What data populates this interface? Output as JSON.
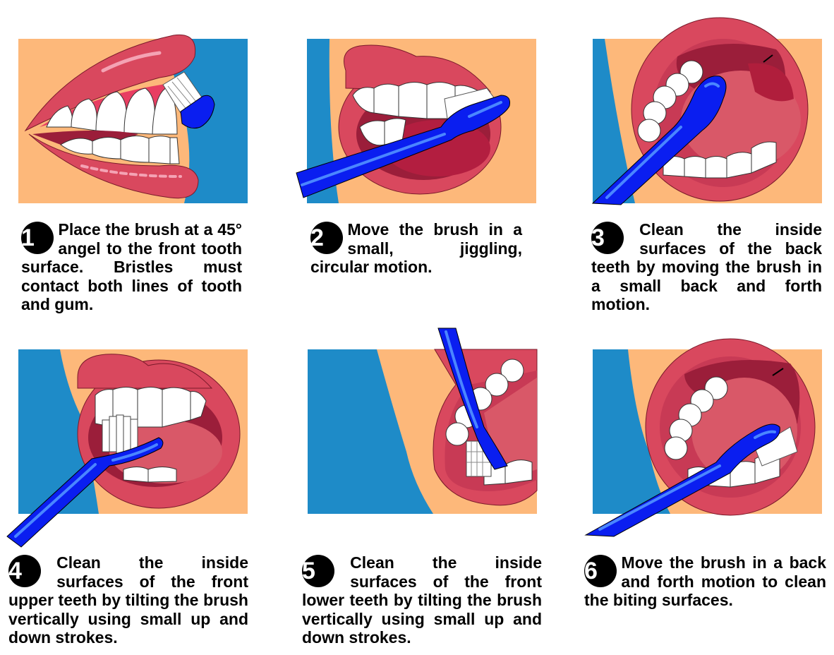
{
  "colors": {
    "background": "#ffffff",
    "skin": "#FDB87A",
    "backdrop_blue": "#1E8BC8",
    "lip": "#D9485E",
    "lip_highlight": "#F4A3B4",
    "gum": "#E83E62",
    "mouth_dark": "#9B1E3A",
    "tongue": "#D95868",
    "tooth": "#FFFFFF",
    "brush_blue": "#0A1EF0",
    "brush_highlight": "#4A86FF",
    "number_badge": "#000000",
    "text": "#000000"
  },
  "steps": [
    {
      "number": "1",
      "icon": "mouth-side-view-brush-at-45-degrees",
      "text": "Place the brush at a 45° angel to the front tooth surface. Bristles must contact both lines of tooth and gum."
    },
    {
      "number": "2",
      "icon": "mouth-brushing-outer-surfaces",
      "text": "Move the brush in a small, jiggling, circular motion."
    },
    {
      "number": "3",
      "icon": "mouth-open-brushing-inner-back-teeth",
      "text": "Clean the inside surfaces of the back teeth by moving the brush in a small back and forth motion."
    },
    {
      "number": "4",
      "icon": "mouth-brushing-inside-front-upper-teeth",
      "text": "Clean the inside surfaces of the front upper teeth by tilting the brush vertically using small up and down strokes."
    },
    {
      "number": "5",
      "icon": "mouth-brushing-inside-front-lower-teeth",
      "text": "Clean the inside surfaces of the front lower teeth by tilting the brush vertically using small up and down strokes."
    },
    {
      "number": "6",
      "icon": "mouth-brushing-biting-surfaces",
      "text": "Move the brush in a back and forth motion to clean the biting surfaces."
    }
  ]
}
